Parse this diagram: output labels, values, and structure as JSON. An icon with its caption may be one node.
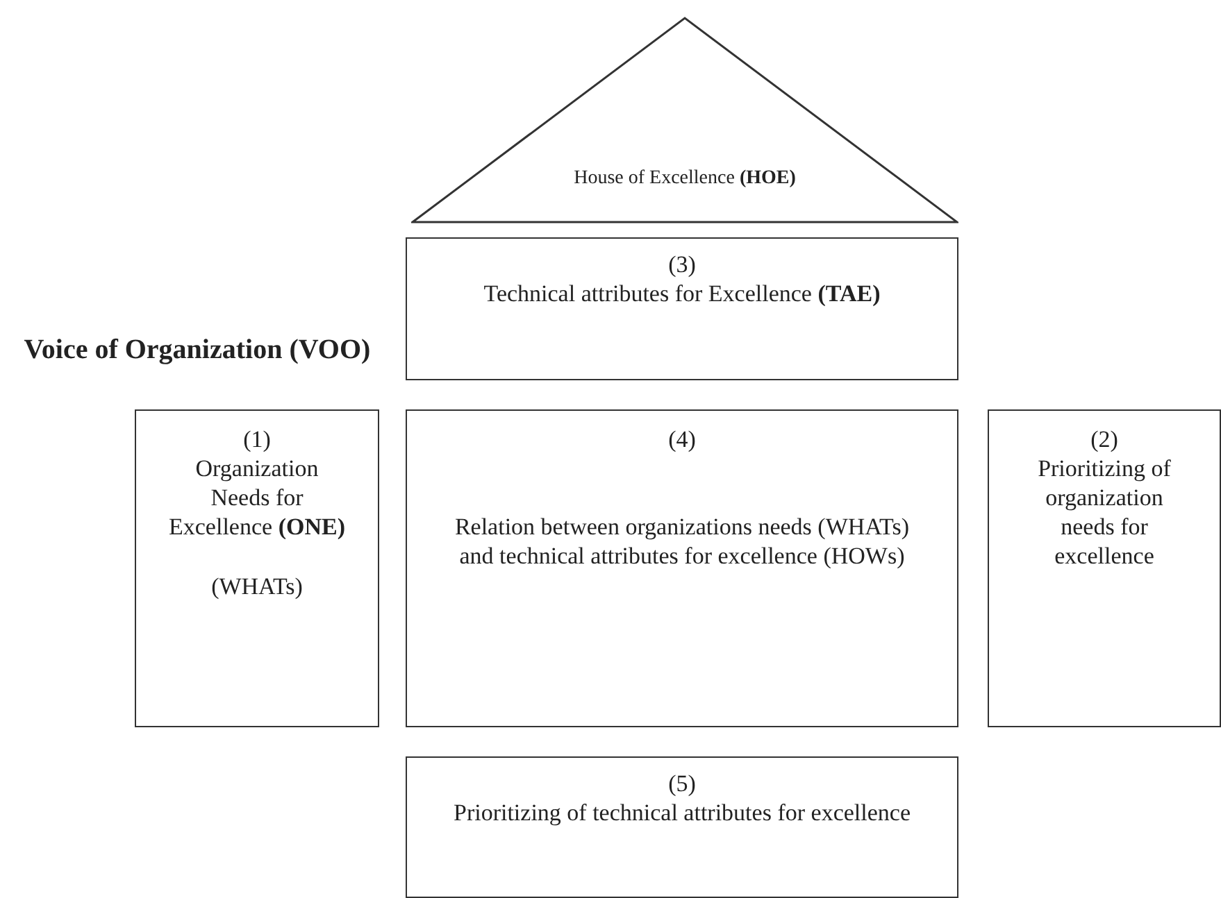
{
  "diagram": {
    "nodes": [
      {
        "text": [
          "House of Excellence **(HOE)**"
        ]
      },
      {
        "text": [
          "(3)",
          "Technical attributes for Excellence **(TAE)**"
        ]
      },
      {
        "text": [
          "(1)",
          "Organization Needs for Excellence **(ONE)**",
          "(WHATs)"
        ]
      },
      {
        "text": [
          "(4)",
          "Relation between organizations needs (WHATs) and technical attributes for excellence (HOWs)"
        ]
      },
      {
        "text": [
          "(2)",
          "Prioritizing of organization needs for excellence"
        ]
      },
      {
        "text": [
          "(5)",
          "Prioritizing of technical attributes for excellence"
        ]
      }
    ],
    "edges": [],
    "labels": [
      "Voice of Organization (VOO)"
    ]
  }
}
